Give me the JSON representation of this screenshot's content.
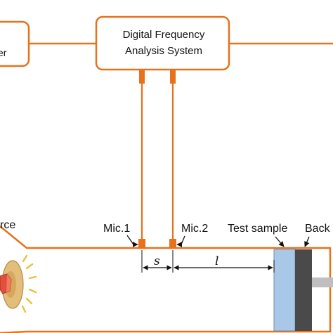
{
  "diagram": {
    "colors": {
      "orange": "#E8711C",
      "sample": "#A9C8E8",
      "backing": "#4A4A4A",
      "piston": "#BFBFBF",
      "speaker": "#E2BE7A",
      "speaker_core": "#E0503A",
      "text": "#111111"
    },
    "boxes": {
      "left_partial": {
        "text": "er"
      },
      "analysis": {
        "line1": "Digital Frequency",
        "line2": "Analysis System"
      }
    },
    "labels": {
      "source_partial": "rce",
      "mic1": "Mic.1",
      "mic2": "Mic.2",
      "test_sample": "Test sample",
      "backing_partial": "Back",
      "s": "s",
      "l": "l"
    },
    "icons": [
      "speaker-icon",
      "sound-wave-icon"
    ]
  }
}
